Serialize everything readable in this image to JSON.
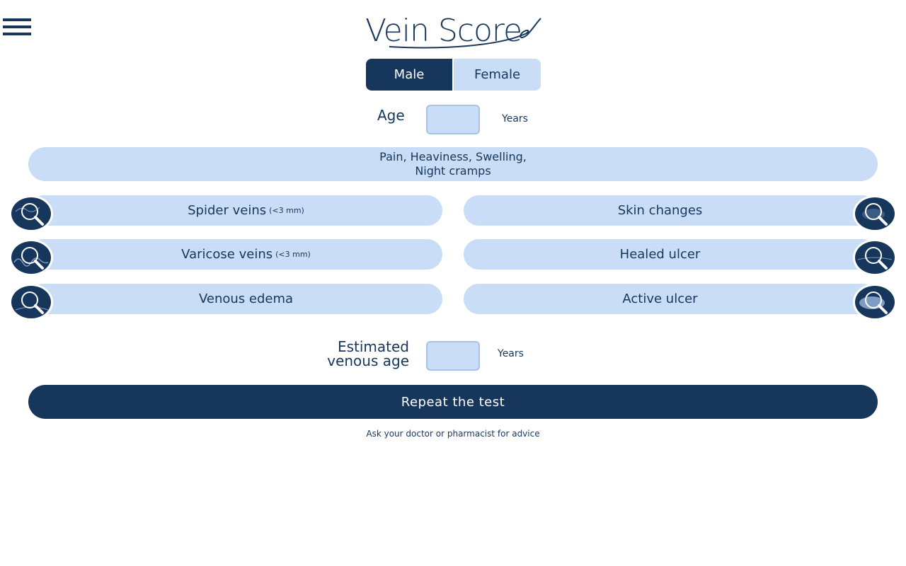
{
  "app": {
    "logo_text": "Vein Score"
  },
  "gender": {
    "male": "Male",
    "female": "Female",
    "selected": "Male"
  },
  "age": {
    "label": "Age",
    "value": "",
    "unit": "Years"
  },
  "symptoms": {
    "line1": "Pain, Heaviness, Swelling,",
    "line2": "Night cramps"
  },
  "options": {
    "spider": {
      "label": "Spider veins",
      "note": "(<3 mm)"
    },
    "varicose": {
      "label": "Varicose veins",
      "note": "(<3 mm)"
    },
    "edema": {
      "label": "Venous edema"
    },
    "skin": {
      "label": "Skin changes"
    },
    "healed": {
      "label": "Healed ulcer"
    },
    "active": {
      "label": "Active ulcer"
    }
  },
  "estimated": {
    "line1": "Estimated",
    "line2": "venous age",
    "value": "",
    "unit": "Years"
  },
  "repeat_label": "Repeat the test",
  "advice": "Ask your doctor or pharmacist for advice",
  "colors": {
    "navy": "#17365c",
    "light_blue": "#c9ddf6"
  },
  "icons": {
    "menu": "hamburger-icon",
    "zoom": "magnifier-icon"
  }
}
